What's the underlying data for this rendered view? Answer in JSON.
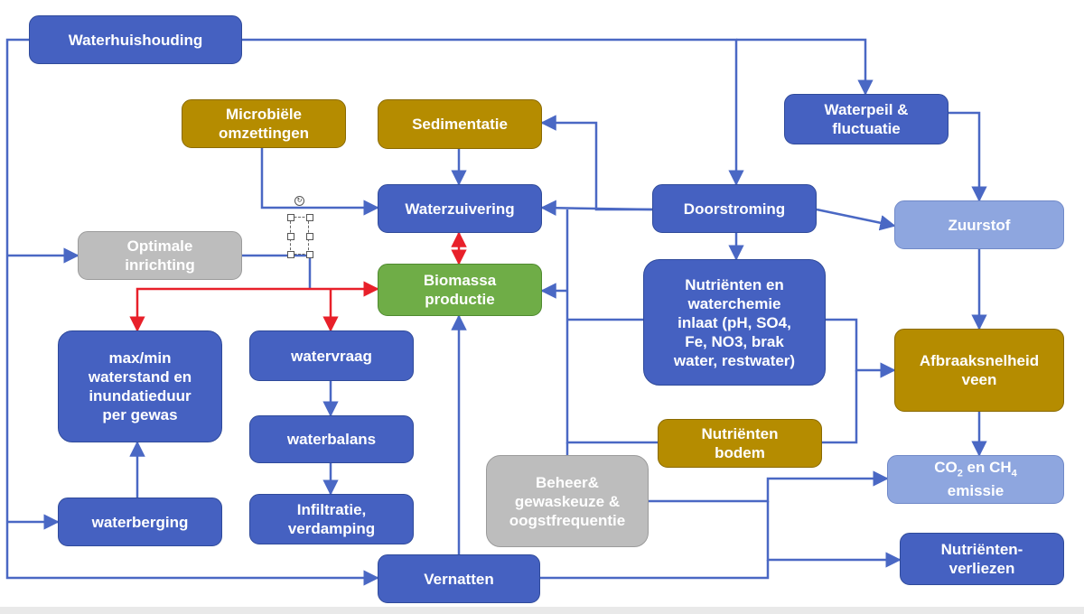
{
  "nodes": {
    "waterhuishouding": "Waterhuishouding",
    "waterpeil": "Waterpeil &\nfluctuatie",
    "microbiele": "Microbiële\nomzettingen",
    "sedimentatie": "Sedimentatie",
    "waterzuivering": "Waterzuivering",
    "doorstroming": "Doorstroming",
    "zuurstof": "Zuurstof",
    "optimale": "Optimale\ninrichting",
    "biomassa": "Biomassa\nproductie",
    "nutrienten_inlaat": "Nutriënten en\nwaterchemie\ninlaat (pH, SO4,\nFe, NO3, brak\nwater, restwater)",
    "afbraak": "Afbraaksnelheid\nveen",
    "maxmin": "max/min\nwaterstand en\ninundatieduur\nper gewas",
    "watervraag": "watervraag",
    "waterbalans": "waterbalans",
    "infiltratie": "Infiltratie,\nverdamping",
    "nutrienten_bodem": "Nutriënten\nbodem",
    "beheer": "Beheer&\ngewaskeuze &\noogstfrequentie",
    "emissie_a": "CO",
    "emissie_sub1": "2",
    "emissie_b": " en CH",
    "emissie_sub2": "4",
    "emissie_line2": "emissie",
    "waterberging": "waterberging",
    "vernatten": "Vernatten",
    "verliezen": "Nutriënten-\nverliezen"
  },
  "colors": {
    "connector": "#4a68c4",
    "red_connector": "#e8202a"
  }
}
